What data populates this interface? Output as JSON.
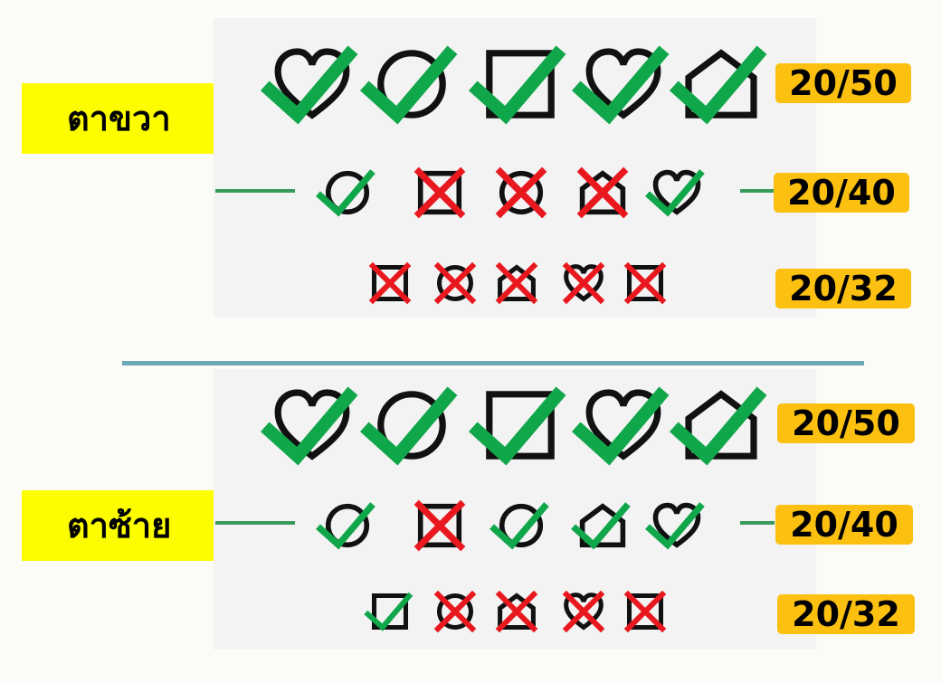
{
  "right_eye": {
    "label": "ตาขวา",
    "rows": [
      {
        "acuity": "20/50",
        "symbols": [
          {
            "shape": "heart-icon",
            "result": "pass"
          },
          {
            "shape": "circle-icon",
            "result": "pass"
          },
          {
            "shape": "square-icon",
            "result": "pass"
          },
          {
            "shape": "heart-icon",
            "result": "pass"
          },
          {
            "shape": "house-icon",
            "result": "pass"
          }
        ]
      },
      {
        "acuity": "20/40",
        "symbols": [
          {
            "shape": "circle-icon",
            "result": "pass"
          },
          {
            "shape": "square-icon",
            "result": "fail"
          },
          {
            "shape": "circle-icon",
            "result": "fail"
          },
          {
            "shape": "house-icon",
            "result": "fail"
          },
          {
            "shape": "heart-icon",
            "result": "pass"
          }
        ]
      },
      {
        "acuity": "20/32",
        "symbols": [
          {
            "shape": "square-icon",
            "result": "fail"
          },
          {
            "shape": "circle-icon",
            "result": "fail"
          },
          {
            "shape": "house-icon",
            "result": "fail"
          },
          {
            "shape": "heart-icon",
            "result": "fail"
          },
          {
            "shape": "square-icon",
            "result": "fail"
          }
        ]
      }
    ]
  },
  "left_eye": {
    "label": "ตาซ้าย",
    "rows": [
      {
        "acuity": "20/50",
        "symbols": [
          {
            "shape": "heart-icon",
            "result": "pass"
          },
          {
            "shape": "circle-icon",
            "result": "pass"
          },
          {
            "shape": "square-icon",
            "result": "pass"
          },
          {
            "shape": "heart-icon",
            "result": "pass"
          },
          {
            "shape": "house-icon",
            "result": "pass"
          }
        ]
      },
      {
        "acuity": "20/40",
        "symbols": [
          {
            "shape": "circle-icon",
            "result": "pass"
          },
          {
            "shape": "square-icon",
            "result": "fail"
          },
          {
            "shape": "circle-icon",
            "result": "pass"
          },
          {
            "shape": "house-icon",
            "result": "pass"
          },
          {
            "shape": "heart-icon",
            "result": "pass"
          }
        ]
      },
      {
        "acuity": "20/32",
        "symbols": [
          {
            "shape": "square-icon",
            "result": "pass"
          },
          {
            "shape": "circle-icon",
            "result": "fail"
          },
          {
            "shape": "house-icon",
            "result": "fail"
          },
          {
            "shape": "heart-icon",
            "result": "fail"
          },
          {
            "shape": "square-icon",
            "result": "fail"
          }
        ]
      }
    ]
  },
  "colors": {
    "pass": "#10a64a",
    "fail": "#e8181e",
    "label_bg": "#fdfd00",
    "acuity_bg": "#fcc010",
    "divider": "#6aa8b8"
  }
}
